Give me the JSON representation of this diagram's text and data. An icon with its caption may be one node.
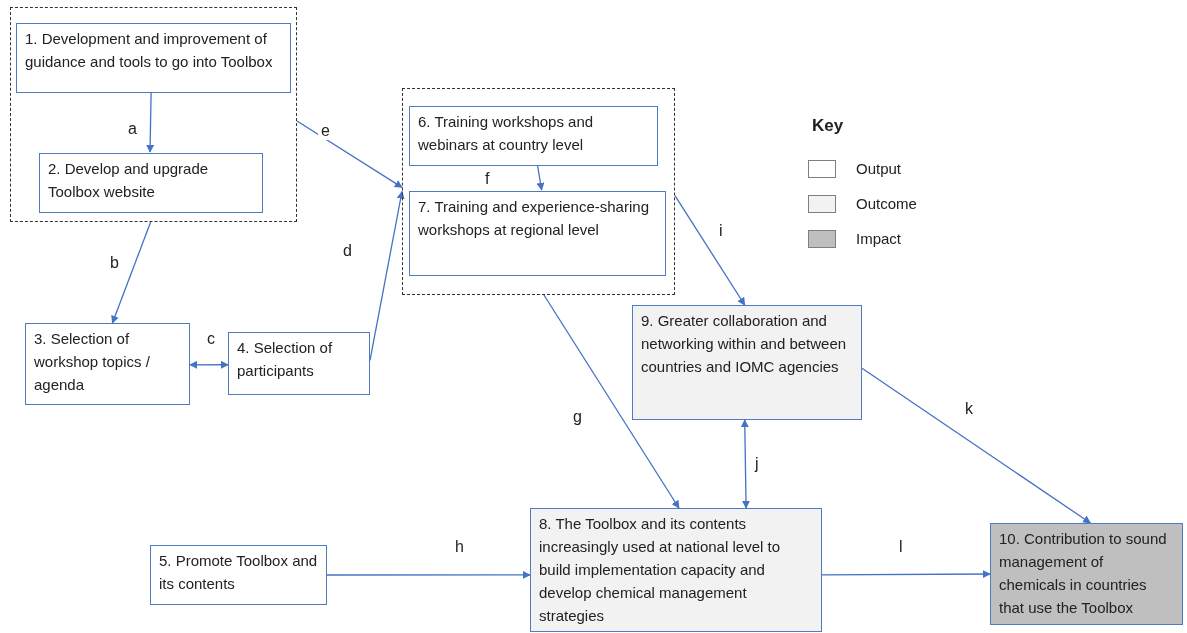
{
  "diagram": {
    "nodes": [
      {
        "text": [],
        "shape": "box"
      },
      {
        "text": [
          "1. Development and improvement of guidance and tools to go into Toolbox"
        ],
        "in": 0
      },
      {
        "text": [
          "2. Develop and upgrade Toolbox website"
        ],
        "in": 0
      },
      {
        "text": [
          "3. Selection of workshop topics / agenda"
        ]
      },
      {
        "text": [
          "4. Selection of participants"
        ]
      },
      {
        "text": [
          "5. Promote Toolbox and its contents"
        ]
      },
      {
        "text": [],
        "shape": "box"
      },
      {
        "text": [
          "6. Training workshops and webinars at country level"
        ],
        "in": 6
      },
      {
        "text": [
          "7. Training and experience-sharing workshops at regional level"
        ],
        "in": 6
      },
      {
        "text": [
          "9. Greater collaboration and networking within and between countries and IOMC agencies"
        ]
      },
      {
        "text": [
          "8. The Toolbox and its contents increasingly used at national level to build implementation capacity and develop chemical management strategies"
        ]
      },
      {
        "text": [
          "10. Contribution to sound management of chemicals in countries that use the Toolbox"
        ]
      }
    ],
    "edges": [
      {
        "from": 1,
        "to": 2,
        "arrow": "to",
        "label": "a"
      },
      {
        "from": 0,
        "to": 6,
        "arrow": "to",
        "label": "e"
      },
      {
        "from": 0,
        "to": 3,
        "arrow": "to",
        "label": "b"
      },
      {
        "from": 3,
        "to": 4,
        "arrow": "both",
        "label": "c"
      },
      {
        "from": 4,
        "to": 6,
        "arrow": "to",
        "label": "d"
      },
      {
        "from": 7,
        "to": 8,
        "arrow": "to",
        "label": "f"
      },
      {
        "from": 6,
        "to": 9,
        "arrow": "to",
        "label": "i"
      },
      {
        "from": 6,
        "to": 10,
        "arrow": "to",
        "label": "g"
      },
      {
        "from": 9,
        "to": 10,
        "arrow": "both",
        "label": "j"
      },
      {
        "from": 9,
        "to": 11,
        "arrow": "to",
        "label": "k"
      },
      {
        "from": 5,
        "to": 10,
        "arrow": "to",
        "label": "h"
      },
      {
        "from": 10,
        "to": 11,
        "arrow": "to",
        "label": "l"
      }
    ],
    "labels": [
      "Key"
    ],
    "legend": [
      {
        "text": "Output",
        "color": "#ffffff"
      },
      {
        "text": "Outcome",
        "color": "#f2f2f2"
      },
      {
        "text": "Impact",
        "color": "#bfbfbf"
      }
    ]
  }
}
